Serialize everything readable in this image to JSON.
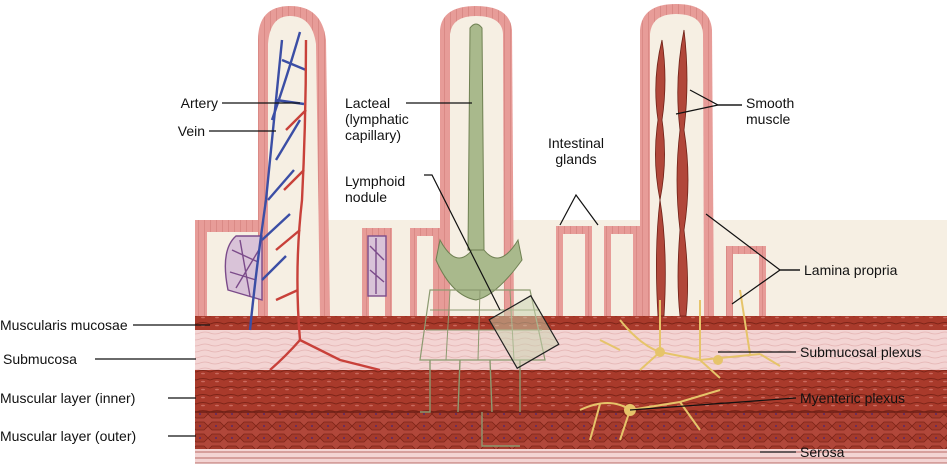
{
  "labels": {
    "artery": "Artery",
    "vein": "Vein",
    "lacteal": "Lacteal\n(lymphatic\ncapillary)",
    "lymphoid_nodule": "Lymphoid\nnodule",
    "intestinal_glands": "Intestinal\nglands",
    "smooth_muscle": "Smooth\nmuscle",
    "lamina_propria": "Lamina propria",
    "muscularis_mucosae": "Muscularis mucosae",
    "submucosa": "Submucosa",
    "muscular_inner": "Muscular layer (inner)",
    "muscular_outer": "Muscular layer (outer)",
    "submucosal_plexus": "Submucosal plexus",
    "myenteric_plexus": "Myenteric plexus",
    "serosa": "Serosa"
  },
  "colors": {
    "epithelium": "#e79c98",
    "lamina": "#f6efe3",
    "muscle": "#a93a2b",
    "submucosa": "#f3d4d3",
    "artery": "#c8413a",
    "vein": "#3b4ea5",
    "lacteal": "#a9b98c",
    "nerve": "#e6c46a",
    "capillary_purple": "#7b4b8a"
  }
}
